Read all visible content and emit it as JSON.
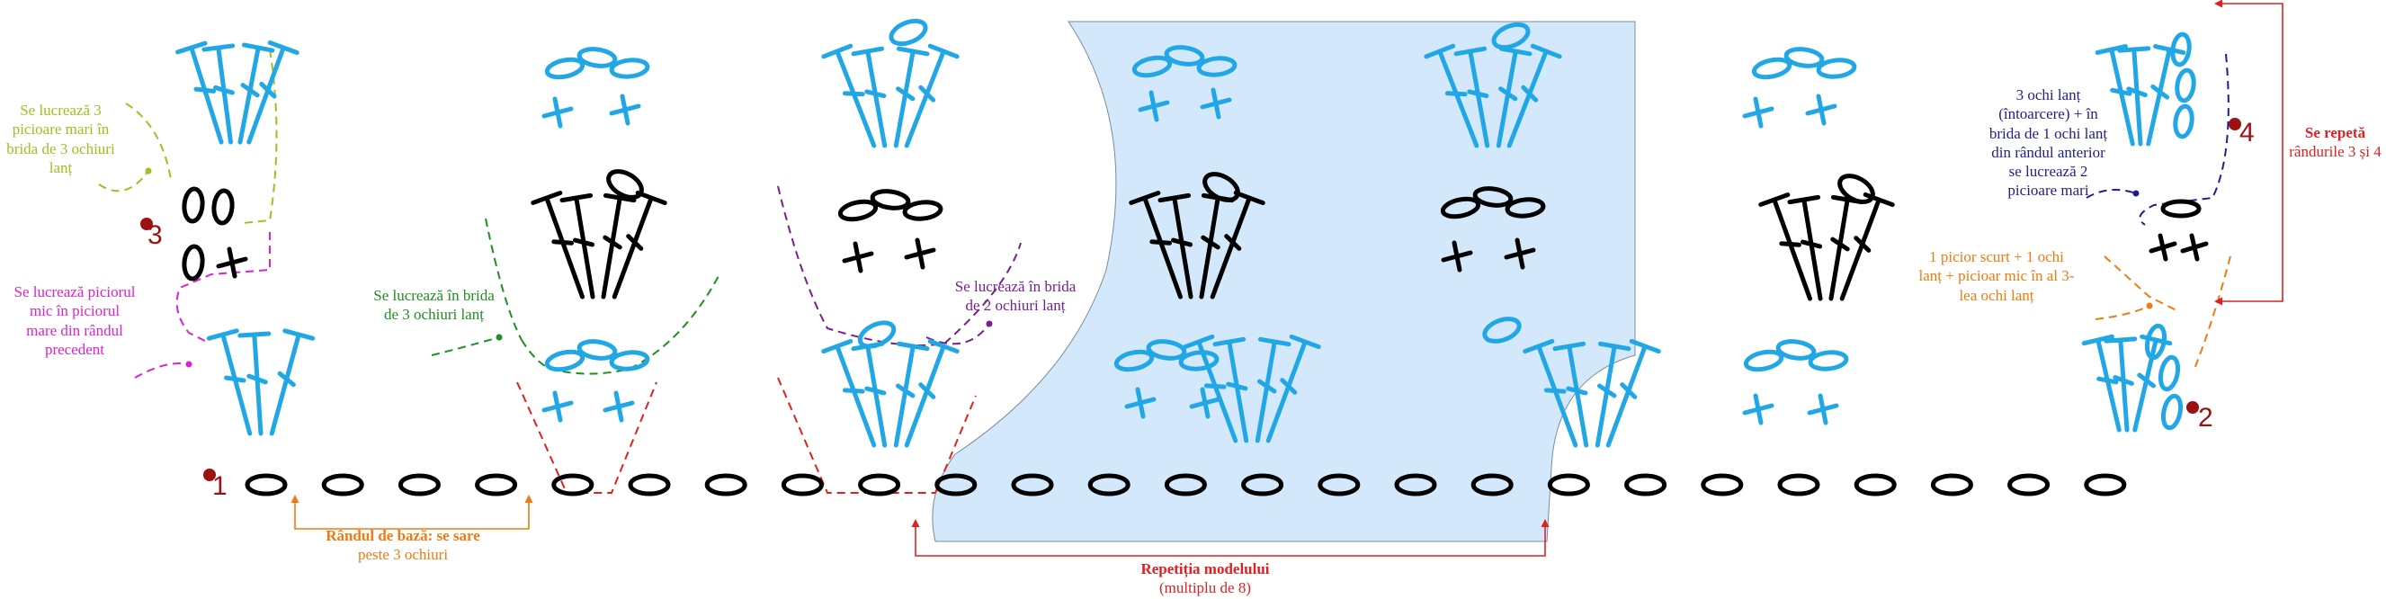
{
  "colors": {
    "blue": "#22a7e6",
    "black": "#000000",
    "dark_red": "#9b1212",
    "red": "#e02020",
    "orange": "#f07a12",
    "green": "#1f8f1f",
    "purple": "#7a1f8f",
    "magenta": "#e020d0",
    "olive": "#9ac21e",
    "navy": "#1f1f8c",
    "repeat_fill": "#d3e9fb"
  },
  "row_numbers": {
    "r1": "1",
    "r2": "2",
    "r3": "3",
    "r4": "4"
  },
  "annotations": {
    "left_big_stitches": [
      "Se lucrează 3",
      "picioare mari în",
      "brida de 3 ochiuri",
      "lanț"
    ],
    "left_small_stitch": [
      "Se lucrează piciorul",
      "mic în  piciorul",
      "mare din rândul",
      "precedent"
    ],
    "bridge_3_chains": [
      "Se lucrează în brida",
      "de 3 ochiuri lanț"
    ],
    "bridge_2_chains": [
      "Se lucrează în brida",
      "de 2 ochiuri lanț"
    ],
    "right_turn": [
      "3 ochi lanț",
      "(întoarcere) + în",
      "brida de 1 ochi lanț",
      "din rândul anterior",
      "se lucrează 2",
      "picioare mari"
    ],
    "right_row2": [
      "1 picior scurt + 1 ochi",
      "lanț + picioar mic în al 3-",
      "lea ochi lanț"
    ],
    "repeat_rows_title": "Se repetă",
    "repeat_rows_sub": "rândurile 3 și 4",
    "base_row_title": "Rândul de bază: se sare",
    "base_row_sub": "peste 3 ochiuri",
    "pattern_repeat_title": "Repetiția modelului",
    "pattern_repeat_sub": "(multiplu de 8)"
  }
}
